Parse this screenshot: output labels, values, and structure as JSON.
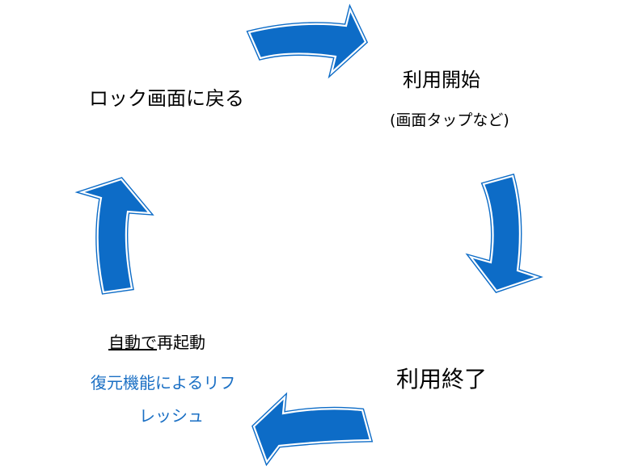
{
  "steps": {
    "start": {
      "title": "利用開始",
      "note": "(画面タップなど)"
    },
    "end": {
      "title": "利用終了"
    },
    "restart": {
      "underlined": "自動で",
      "rest": "再起動",
      "detail_line1": "復元機能によるリフ",
      "detail_line2": "レッシュ"
    },
    "lock": {
      "title": "ロック画面に戻る"
    }
  },
  "colors": {
    "arrow": "#0d6cc7",
    "detail_text": "#1a6fc4"
  },
  "icons": [
    "arrow-right-icon",
    "arrow-down-icon",
    "arrow-left-icon",
    "arrow-up-icon"
  ]
}
